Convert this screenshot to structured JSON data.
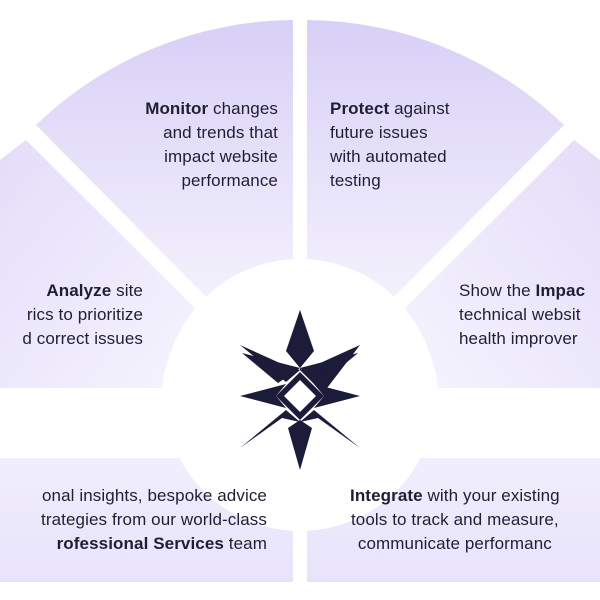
{
  "segments": {
    "monitor": {
      "bold": "Monitor",
      "lines": [
        " changes",
        "and trends that",
        "impact website",
        "performance"
      ]
    },
    "protect": {
      "bold": "Protect",
      "lines": [
        " against",
        "future issues",
        "with automated",
        "testing"
      ]
    },
    "analyze": {
      "bold": "Analyze",
      "lines": [
        " site",
        "rics to prioritize",
        "d correct issues"
      ]
    },
    "impact": {
      "pre": "Show the ",
      "bold": "Impac",
      "lines": [
        "technical websit",
        "health improver"
      ]
    },
    "services": {
      "lines": [
        "onal insights, bespoke advice",
        "trategies from our world-class"
      ],
      "bold": "rofessional Services",
      "post": " team"
    },
    "integrate": {
      "bold": "Integrate",
      "lines": [
        " with your existing",
        "tools to track and measure,",
        "communicate performanc"
      ]
    }
  },
  "colors": {
    "segment_light": "#f3f0fd",
    "segment_dark": "#dcd5f7",
    "hub": "#ffffff",
    "star": "#1c1b3a"
  },
  "icons": {
    "center": "compass-star-icon"
  }
}
